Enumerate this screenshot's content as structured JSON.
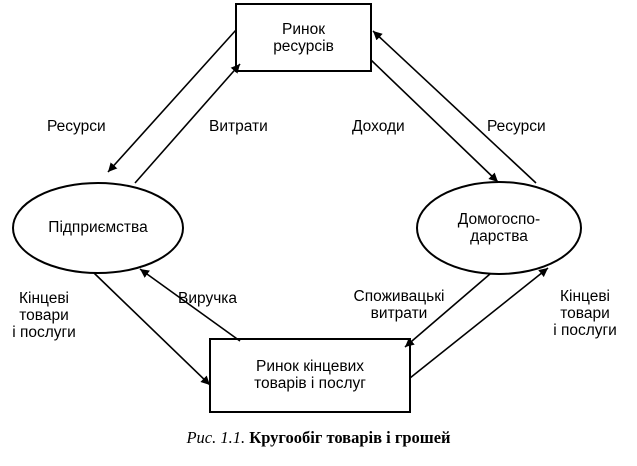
{
  "nodes": {
    "resource_market": {
      "lines": [
        "Ринок",
        "ресурсів"
      ]
    },
    "firms": {
      "lines": [
        "Підприємства"
      ]
    },
    "households": {
      "lines": [
        "Домогоспо-",
        "дарства"
      ]
    },
    "goods_market": {
      "lines": [
        "Ринок кінцевих",
        "товарів і послуг"
      ]
    }
  },
  "flows": {
    "firms_resources": [
      "Ресурси"
    ],
    "firms_costs": [
      "Витрати"
    ],
    "households_income": [
      "Доходи"
    ],
    "households_resources": [
      "Ресурси"
    ],
    "firms_goods": [
      "Кінцеві",
      "товари",
      "і послуги"
    ],
    "firms_revenue": [
      "Виручка"
    ],
    "households_spending": [
      "Споживацькі",
      "витрати"
    ],
    "households_goods": [
      "Кінцеві",
      "товари",
      "і послуги"
    ]
  },
  "caption": {
    "prefix": "Рис. 1.1.",
    "title": "Кругообіг товарів і грошей"
  }
}
